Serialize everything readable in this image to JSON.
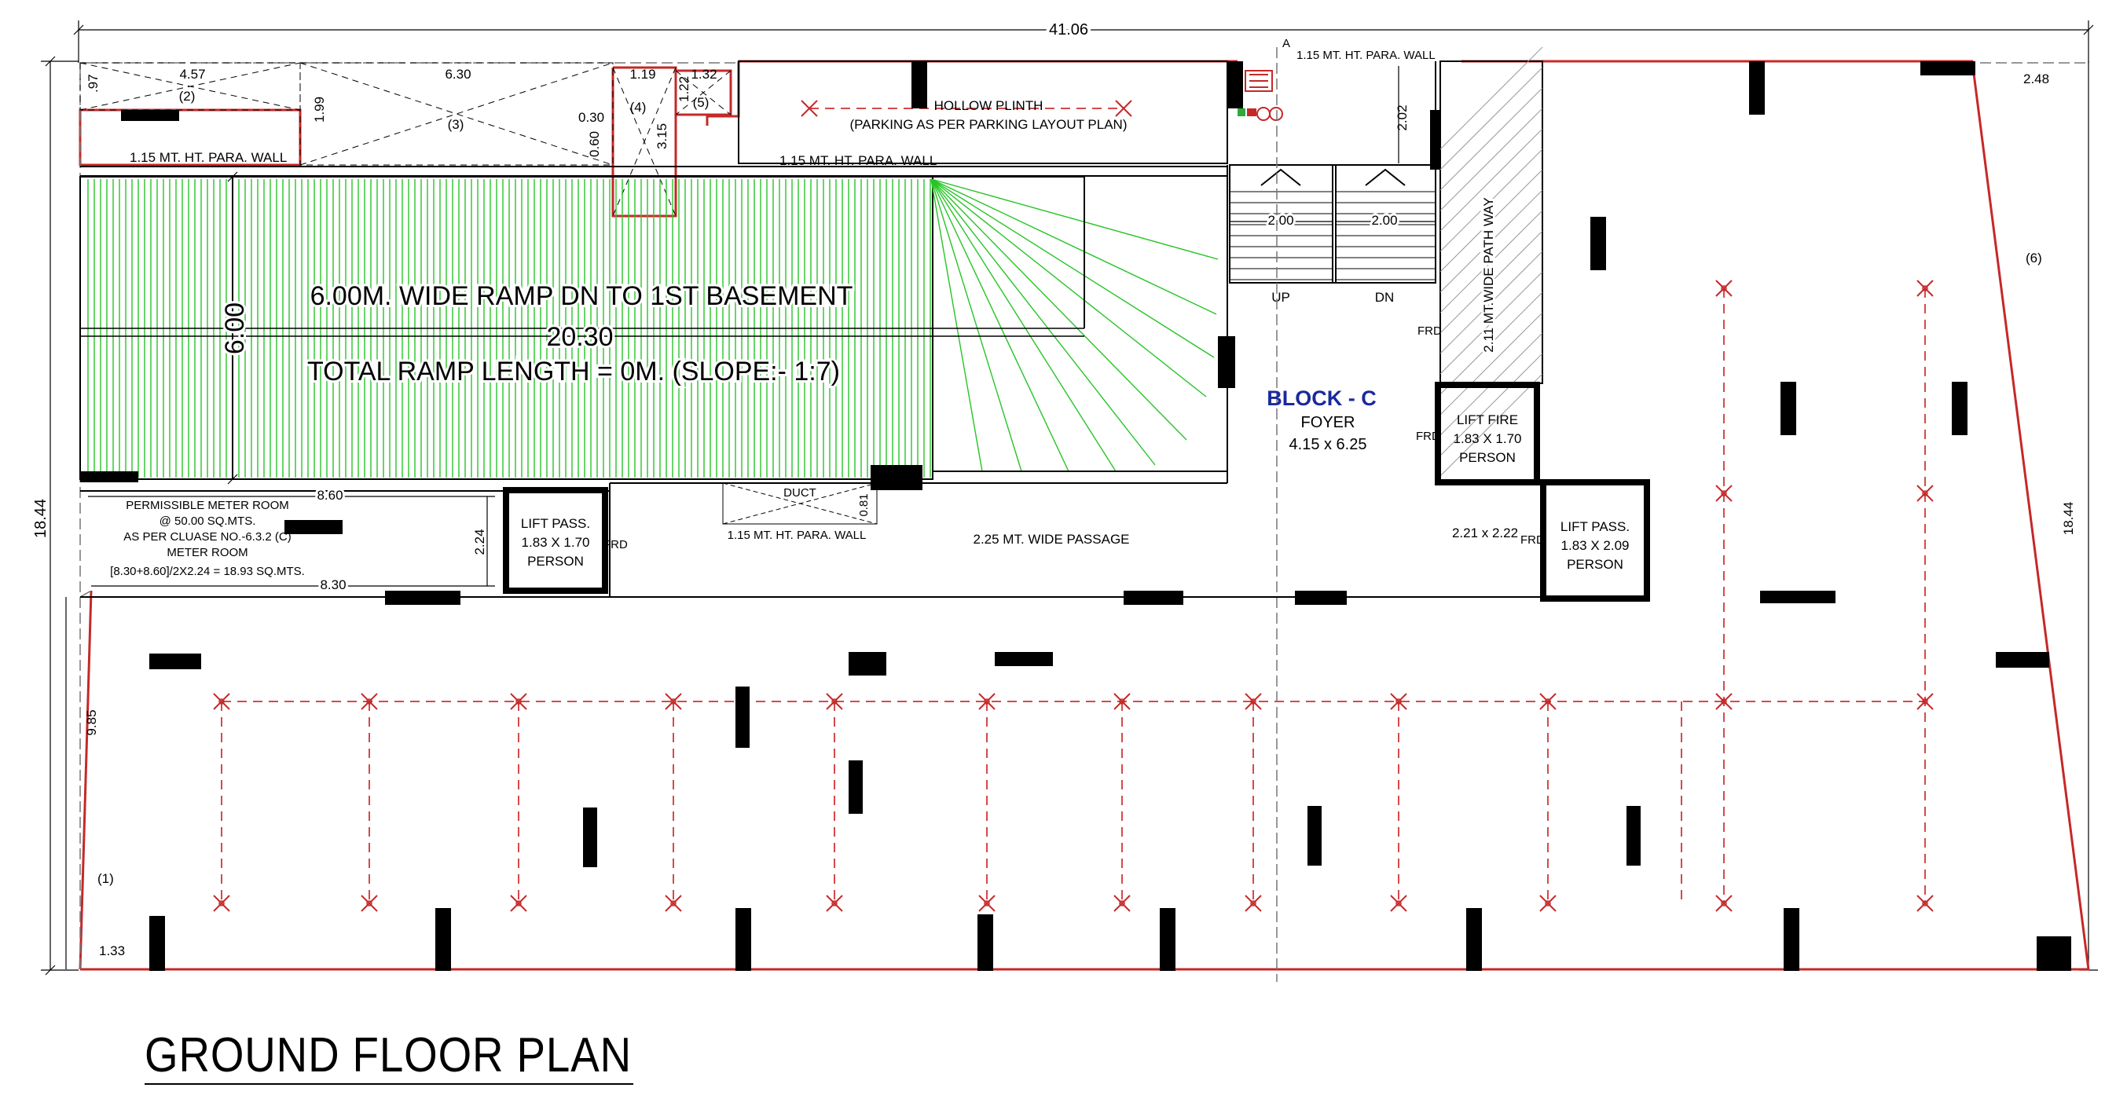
{
  "title": "GROUND FLOOR PLAN",
  "dimensions": {
    "overall_width": "41.06",
    "overall_height_left": "18.44",
    "overall_height_right": "18.44",
    "d_457": "4.57",
    "d_630": "6.30",
    "d_119": "1.19",
    "d_132": "1.32",
    "d_097": ".97",
    "d_199": "1.99",
    "d_030": "0.30",
    "d_060": "0.60",
    "d_315": "3.15",
    "d_122": "1.22",
    "d_202": "2.02",
    "d_248": "2.48",
    "d_600": "6.00",
    "d_2030": "20.30",
    "d_860": "8.60",
    "d_830": "8.30",
    "d_224": "2.24",
    "d_081": "0.81",
    "d_200a": "2.00",
    "d_200b": "2.00",
    "d_985": "9.85",
    "d_133": "1.33",
    "d_221x222": "2.21 x 2.22"
  },
  "plot_marks": {
    "p1": "(1)",
    "p2": "(2)",
    "p3": "(3)",
    "p4": "(4)",
    "p5": "(5)",
    "p6": "(6)"
  },
  "labels": {
    "para_wall_top": "1.15 MT. HT. PARA. WALL",
    "para_wall_left": "1.15 MT. HT. PARA. WALL",
    "para_wall_mid": "1.15 MT. HT. PARA. WALL",
    "para_wall_duct": "1.15 MT. HT. PARA. WALL",
    "hollow_plinth": "HOLLOW PLINTH",
    "parking_note": "(PARKING AS PER PARKING LAYOUT PLAN)",
    "ramp_title": "6.00M. WIDE RAMP DN TO 1ST BASEMENT",
    "ramp_length": "TOTAL RAMP LENGTH = 0M. (SLOPE:- 1:7)",
    "stair_up": "UP",
    "stair_dn": "DN",
    "path_way": "2.11 MT.WIDE PATH WAY",
    "block": "BLOCK - C",
    "foyer": "FOYER",
    "foyer_size": "4.15 x 6.25",
    "frd_1": "FRD",
    "frd_2": "FRD",
    "frd_3": "FRD",
    "frd_4": "FRD",
    "lift_fire_1": "LIFT FIRE",
    "lift_fire_2": "1.83 X 1.70",
    "lift_fire_3": "PERSON",
    "lift_pass_l1": "LIFT PASS.",
    "lift_pass_l2": "1.83 X 1.70",
    "lift_pass_l3": "PERSON",
    "lift_pass_r1": "LIFT PASS.",
    "lift_pass_r2": "1.83 X 2.09",
    "lift_pass_r3": "PERSON",
    "passage": "2.25 MT. WIDE PASSAGE",
    "duct": "DUCT",
    "meter_1": "PERMISSIBLE METER ROOM",
    "meter_2": "@ 50.00 SQ.MTS.",
    "meter_3": "AS PER CLUASE NO.-6.3.2 (C)",
    "meter_4": "METER ROOM",
    "meter_5": "[8.30+8.60]/2X2.24 = 18.93 SQ.MTS.",
    "grid_a": "A"
  },
  "colors": {
    "plot_line": "#c62828",
    "grid_line": "#d24b4b",
    "ramp_hatch": "#27c427",
    "block_label": "#1a2a9c"
  }
}
